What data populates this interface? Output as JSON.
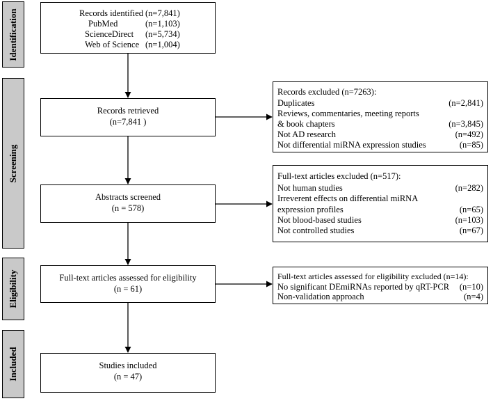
{
  "stages": {
    "identification": "Identification",
    "screening": "Screening",
    "eligibility": "Eligibility",
    "included": "Included"
  },
  "records_identified": {
    "title": "Records identified",
    "title_n": "(n=7,841)",
    "sources": [
      {
        "name": "PubMed",
        "n": "(n=1,103)"
      },
      {
        "name": "ScienceDirect",
        "n": "(n=5,734)"
      },
      {
        "name": "Web of Science",
        "n": "(n=1,004)"
      }
    ]
  },
  "records_retrieved": {
    "line1": "Records retrieved",
    "line2": "(n=7,841 )"
  },
  "abstracts_screened": {
    "line1": "Abstracts screened",
    "line2": "(n = 578)"
  },
  "fulltext_assessed": {
    "line1": "Full-text articles assessed for eligibility",
    "line2": "(n = 61)"
  },
  "studies_included": {
    "line1": "Studies included",
    "line2": "(n = 47)"
  },
  "excluded_records": {
    "title": "Records excluded (n=7263):",
    "r1_label": "Duplicates",
    "r1_n": "(n=2,841)",
    "r2_label1": "Reviews, commentaries, meeting reports",
    "r2_label2": "& book chapters",
    "r2_n": "(n=3,845)",
    "r3_label": "Not AD research",
    "r3_n": "(n=492)",
    "r4_label": "Not differential miRNA expression studies",
    "r4_n": "(n=85)"
  },
  "excluded_fulltext": {
    "title": "Full-text articles excluded (n=517):",
    "r1_label": "Not human studies",
    "r1_n": "(n=282)",
    "r2_label1": "Irreverent effects on differential miRNA",
    "r2_label2": "expression profiles",
    "r2_n": "(n=65)",
    "r3_label": "Not blood-based studies",
    "r3_n": "(n=103)",
    "r4_label": "Not controlled studies",
    "r4_n": "(n=67)"
  },
  "excluded_eligibility": {
    "title": "Full-text articles assessed for eligibility  excluded (n=14):",
    "r1_label": "No significant DEmiRNAs reported by qRT-PCR",
    "r1_n": "(n=10)",
    "r2_label": "Non-validation approach",
    "r2_n": "(n=4)"
  }
}
